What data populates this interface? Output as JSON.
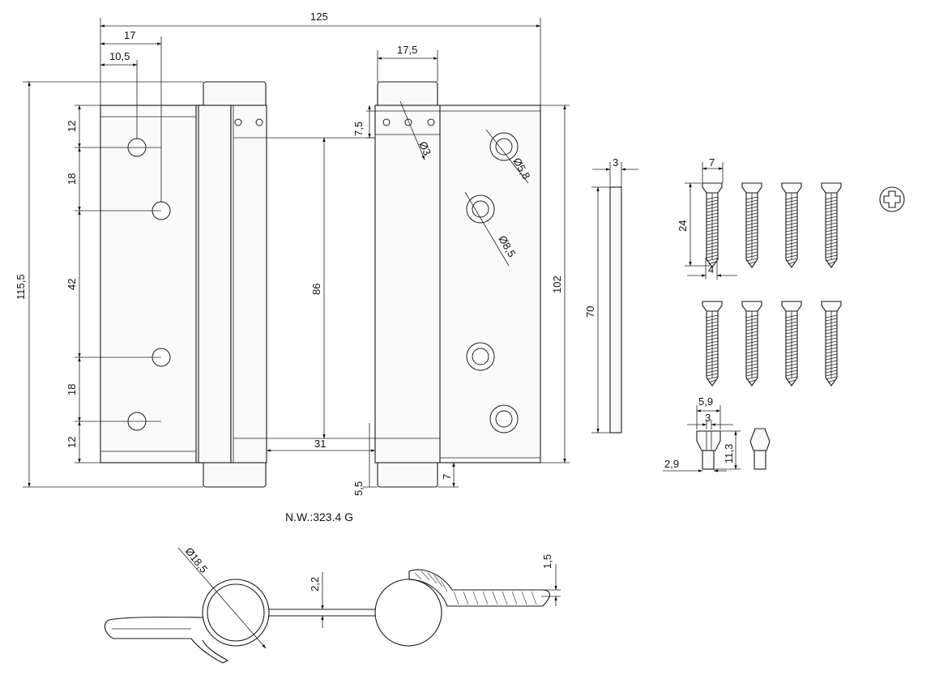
{
  "note": "N.W.:323.4 G",
  "dimensions": {
    "overall_width": "125",
    "leaf_left_17": "17",
    "leaf_left_10_5": "10,5",
    "knuckle_17_5": "17,5",
    "height_115_5": "115,5",
    "hole_12_top": "12",
    "hole_18_a": "18",
    "hole_42": "42",
    "hole_18_b": "18",
    "hole_12_bottom": "12",
    "height_86": "86",
    "gap_31": "31",
    "offset_7_5": "7,5",
    "hole_d3": "Ø3",
    "hole_d5_8": "Ø5,8",
    "hole_d8_5": "Ø8,5",
    "height_102": "102",
    "offset_5_5": "5,5",
    "offset_7": "7",
    "pin_width_3": "3",
    "pin_length_70": "70",
    "screw_head_7": "7",
    "screw_length_24": "24",
    "screw_shank_4": "4",
    "cap_5_9": "5,9",
    "cap_3": "3",
    "cap_11_3": "11,3",
    "cap_2_9": "2,9",
    "knuckle_d18_5": "Ø18,5",
    "leaf_thick_2_2": "2,2",
    "leaf_thick_1_5": "1,5"
  },
  "icons": {
    "phillips": "phillips-cross-icon"
  }
}
